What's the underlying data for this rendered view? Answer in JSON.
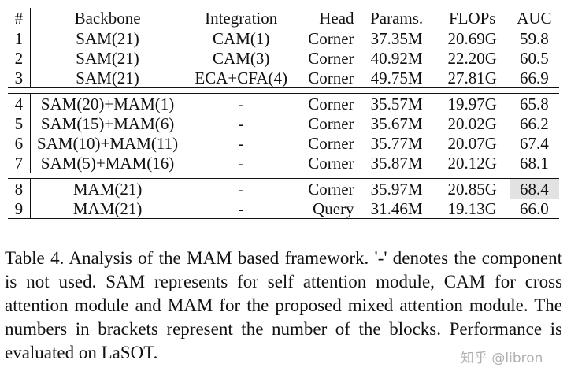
{
  "table": {
    "headers": [
      "#",
      "Backbone",
      "Integration",
      "Head",
      "Params.",
      "FLOPs",
      "AUC"
    ],
    "rows": [
      [
        "1",
        "SAM(21)",
        "CAM(1)",
        "Corner",
        "37.35M",
        "20.69G",
        "59.8"
      ],
      [
        "2",
        "SAM(21)",
        "CAM(3)",
        "Corner",
        "40.92M",
        "22.20G",
        "60.5"
      ],
      [
        "3",
        "SAM(21)",
        "ECA+CFA(4)",
        "Corner",
        "49.75M",
        "27.81G",
        "66.9"
      ],
      [
        "4",
        "SAM(20)+MAM(1)",
        "-",
        "Corner",
        "35.57M",
        "19.97G",
        "65.8"
      ],
      [
        "5",
        "SAM(15)+MAM(6)",
        "-",
        "Corner",
        "35.67M",
        "20.02G",
        "66.2"
      ],
      [
        "6",
        "SAM(10)+MAM(11)",
        "-",
        "Corner",
        "35.77M",
        "20.07G",
        "67.4"
      ],
      [
        "7",
        "SAM(5)+MAM(16)",
        "-",
        "Corner",
        "35.87M",
        "20.12G",
        "68.1"
      ],
      [
        "8",
        "MAM(21)",
        "-",
        "Corner",
        "35.97M",
        "20.85G",
        "68.4"
      ],
      [
        "9",
        "MAM(21)",
        "-",
        "Query",
        "31.46M",
        "19.13G",
        "66.0"
      ]
    ]
  },
  "caption": "Table 4. Analysis of the MAM based framework. '-' denotes the component is not used. SAM represents for self attention module, CAM for cross attention module and MAM for the proposed mixed attention module. The numbers in brackets represent the number of the blocks. Performance is evaluated on LaSOT.",
  "watermark": "知乎 @libron",
  "colors": {
    "highlight": "#e2e2e2",
    "text": "#111111"
  }
}
